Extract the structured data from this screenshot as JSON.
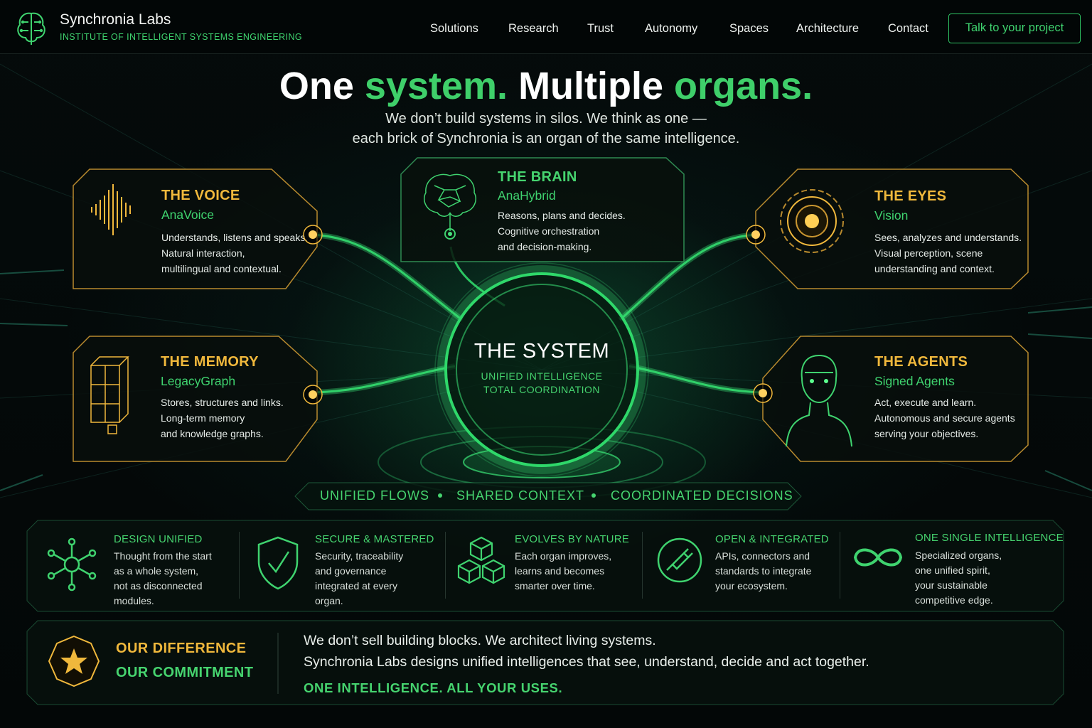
{
  "brand": {
    "name": "Synchronia Labs",
    "tagline": "INSTITUTE OF INTELLIGENT SYSTEMS ENGINEERING"
  },
  "nav": {
    "items": [
      "Solutions",
      "Research",
      "Trust",
      "Autonomy",
      "Spaces",
      "Architecture",
      "Contact"
    ],
    "cta": "Talk to your project"
  },
  "hero": {
    "title_a": "One ",
    "title_b": "system.",
    "title_c": " Multiple ",
    "title_d": "organs.",
    "sub_line1": "We don’t build systems in silos. We think as one —",
    "sub_line2": "each brick of Synchronia is an organ of the same intelligence."
  },
  "organs": {
    "voice": {
      "title": "THE VOICE",
      "name": "AnaVoice",
      "desc": [
        "Understands, listens and speaks.",
        "Natural interaction,",
        "multilingual and contextual."
      ]
    },
    "brain": {
      "title": "THE BRAIN",
      "name": "AnaHybrid",
      "desc": [
        "Reasons, plans and decides.",
        "Cognitive orchestration",
        "and decision-making."
      ]
    },
    "eyes": {
      "title": "THE EYES",
      "name": "Vision",
      "desc": [
        "Sees, analyzes and understands.",
        "Visual perception, scene",
        "understanding and context."
      ]
    },
    "memory": {
      "title": "THE MEMORY",
      "name": "LegacyGraph",
      "desc": [
        "Stores, structures and links.",
        "Long-term memory",
        "and knowledge graphs."
      ]
    },
    "agents": {
      "title": "THE AGENTS",
      "name": "Signed Agents",
      "desc": [
        "Act, execute and learn.",
        "Autonomous and secure agents",
        "serving your objectives."
      ]
    }
  },
  "system": {
    "title": "THE SYSTEM",
    "line1": "UNIFIED INTELLIGENCE",
    "line2": "TOTAL COORDINATION"
  },
  "flows": [
    "UNIFIED FLOWS",
    "SHARED CONTEXT",
    "COORDINATED DECISIONS"
  ],
  "features": [
    {
      "icon": "network-icon",
      "title": "DESIGN UNIFIED",
      "desc": [
        "Thought from the start",
        "as a whole system,",
        "not as disconnected",
        "modules."
      ]
    },
    {
      "icon": "shield-icon",
      "title": "SECURE & MASTERED",
      "desc": [
        "Security, traceability",
        "and governance",
        "integrated at every",
        "organ."
      ]
    },
    {
      "icon": "cubes-icon",
      "title": "EVOLVES BY NATURE",
      "desc": [
        "Each organ improves,",
        "learns and becomes",
        "smarter over time."
      ]
    },
    {
      "icon": "plug-icon",
      "title": "OPEN & INTEGRATED",
      "desc": [
        "APIs, connectors and",
        "standards to integrate",
        "your ecosystem."
      ]
    },
    {
      "icon": "infinity-icon",
      "title": "ONE SINGLE INTELLIGENCE",
      "desc": [
        "Specialized organs,",
        "one unified spirit,",
        "your sustainable",
        "competitive edge."
      ]
    }
  ],
  "commitment": {
    "h1": "OUR DIFFERENCE",
    "h2": "OUR COMMITMENT",
    "line1": "We don’t sell building blocks. We architect living systems.",
    "line2": "Synchronia Labs designs unified intelligences that see, understand, decide and act together.",
    "line3": "ONE INTELLIGENCE. ALL YOUR USES."
  },
  "colors": {
    "green": "#46d46f",
    "gold": "#f0b83c",
    "background": "#04090a"
  }
}
